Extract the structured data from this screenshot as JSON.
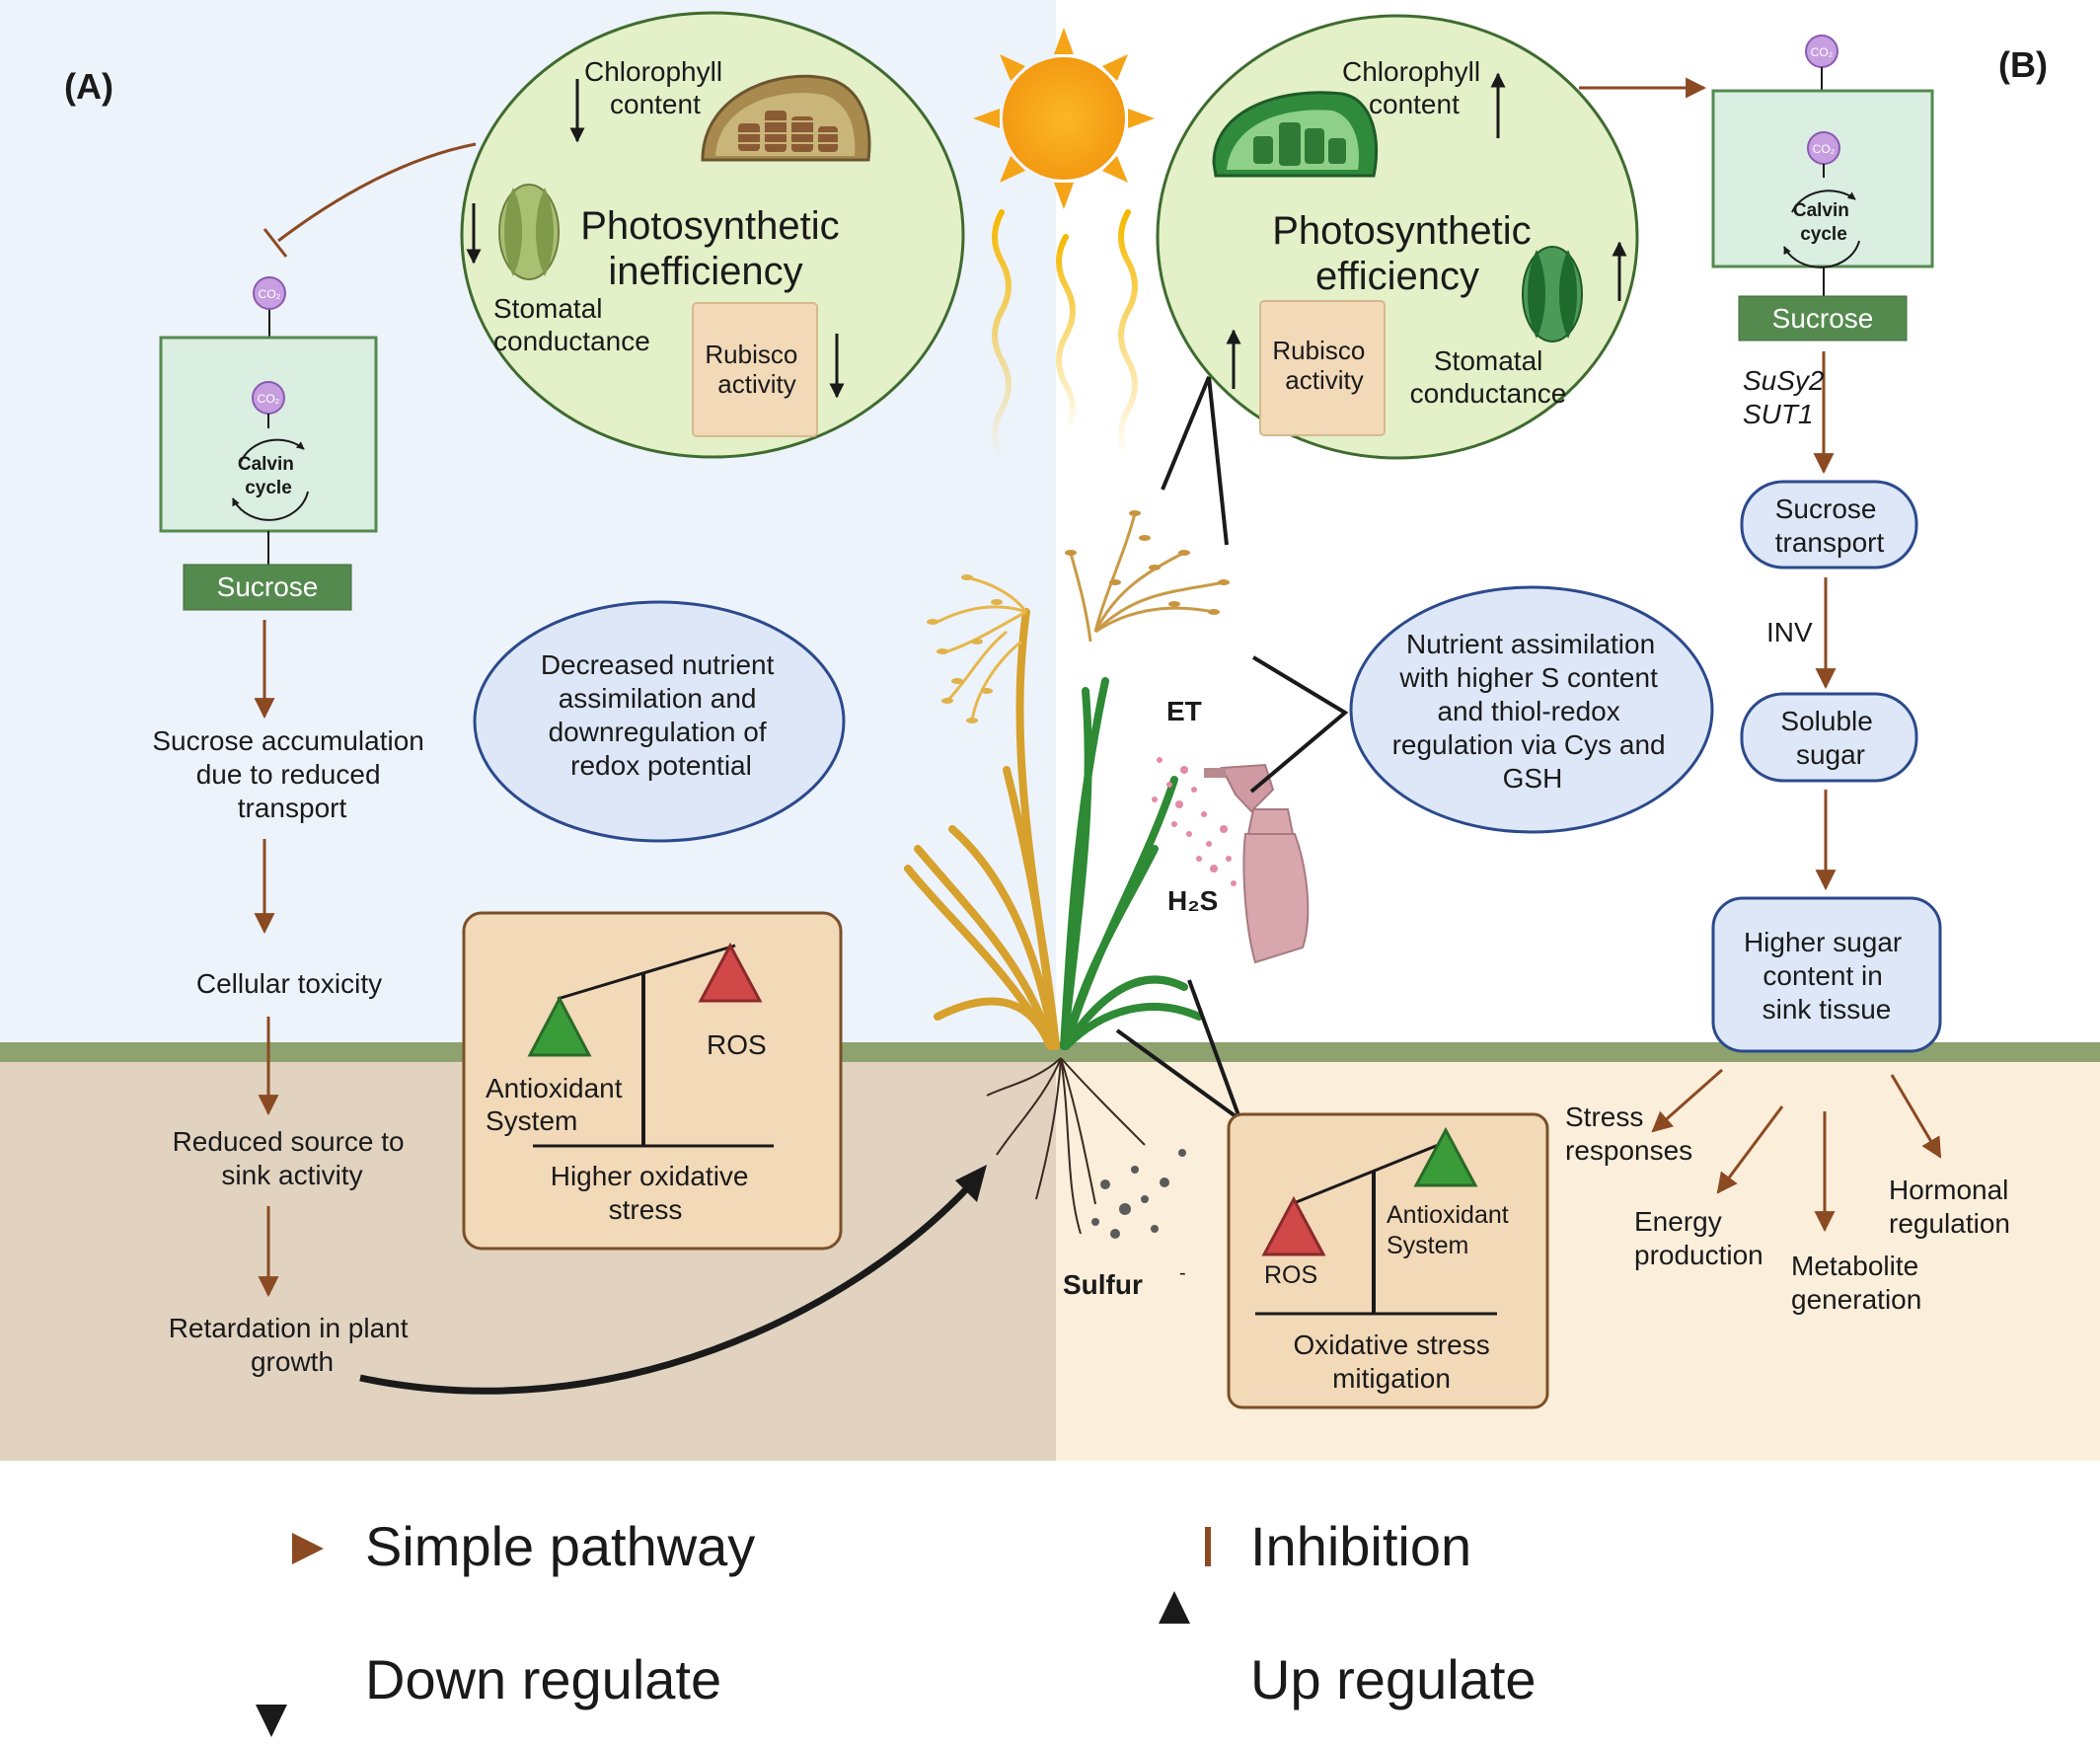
{
  "panels": {
    "a_label": "(A)",
    "b_label": "(B)"
  },
  "left": {
    "chloroplast_circle": {
      "chlorophyll": [
        "Chlorophyll",
        "content"
      ],
      "title": [
        "Photosynthetic",
        "inefficiency"
      ],
      "stomatal": [
        "Stomatal",
        "conductance"
      ],
      "rubisco": [
        "Rubisco",
        "activity"
      ]
    },
    "co2_label": "CO₂",
    "calvin": [
      "Calvin",
      "cycle"
    ],
    "sucrose": "Sucrose",
    "steps": {
      "s1": [
        "Sucrose accumulation",
        "due to reduced",
        "transport"
      ],
      "s2": [
        "Cellular toxicity"
      ],
      "s3": [
        "Reduced source to",
        "sink activity"
      ],
      "s4": [
        "Retardation in plant",
        "growth"
      ]
    },
    "nutrient": [
      "Decreased nutrient",
      "assimilation and",
      "downregulation of",
      "redox potential"
    ],
    "balance": {
      "ros": "ROS",
      "antioxidant": [
        "Antioxidant",
        "System"
      ],
      "caption": [
        "Higher oxidative",
        "stress"
      ]
    }
  },
  "center": {
    "et": "ET",
    "h2s": "H₂S",
    "sulfur": "Sulfur",
    "dash": "-"
  },
  "right": {
    "chloroplast_circle": {
      "chlorophyll": [
        "Chlorophyll",
        "content"
      ],
      "title": [
        "Photosynthetic",
        "efficiency"
      ],
      "stomatal": [
        "Stomatal",
        "conductance"
      ],
      "rubisco": [
        "Rubisco",
        "activity"
      ]
    },
    "co2_label": "CO₂",
    "calvin": [
      "Calvin",
      "cycle"
    ],
    "sucrose": "Sucrose",
    "genes": [
      "SuSy2",
      "SUT1"
    ],
    "transport": [
      "Sucrose",
      "transport"
    ],
    "inv": "INV",
    "soluble": [
      "Soluble",
      "sugar"
    ],
    "higher_sugar": [
      "Higher sugar",
      "content in",
      "sink tissue"
    ],
    "nutrient": [
      "Nutrient assimilation",
      "with higher S content",
      "and thiol-redox",
      "regulation via Cys and",
      "GSH"
    ],
    "outcomes": {
      "stress": [
        "Stress",
        "responses"
      ],
      "energy": [
        "Energy",
        "production"
      ],
      "metabolite": [
        "Metabolite",
        "generation"
      ],
      "hormonal": [
        "Hormonal",
        "regulation"
      ]
    },
    "balance": {
      "ros": "ROS",
      "antioxidant": [
        "Antioxidant",
        "System"
      ],
      "caption": [
        "Oxidative stress",
        "mitigation"
      ]
    }
  },
  "legend": {
    "simple": "Simple pathway",
    "inhibition": "Inhibition",
    "down": "Down regulate",
    "up": "Up regulate"
  },
  "colors": {
    "left_sky": "#edf3fb",
    "left_soil": "#e1d3c0",
    "right_soil": "#fbeedb",
    "ground_line": "#8ea270",
    "arrow_brown": "#8b4a22",
    "circle_fill": "#e3f0c8",
    "circle_stroke": "#3f6b2f",
    "blue_fill": "#dde7f7",
    "blue_stroke": "#2c4a8c",
    "box_tan": "#f2d9b8",
    "box_stroke": "#7a5028",
    "sucrose_green": "#558a4f",
    "sun": "#f5a418"
  }
}
